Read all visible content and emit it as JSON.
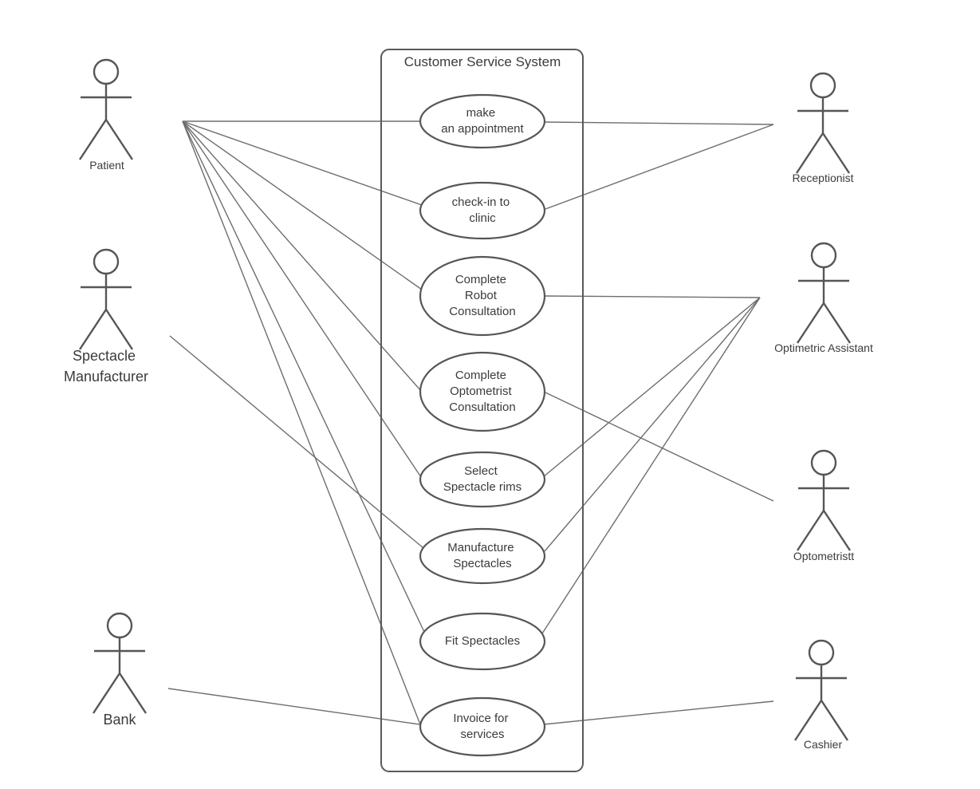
{
  "diagram": {
    "type": "uml-use-case-diagram",
    "system_label": "Customer Service System"
  },
  "actors": {
    "patient": {
      "label": "Patient",
      "side": "left"
    },
    "spectacle_manufacturer": {
      "label_line1": "Spectacle",
      "label_line2": "Manufacturer",
      "side": "left"
    },
    "bank": {
      "label": "Bank",
      "side": "left"
    },
    "receptionist": {
      "label": "Receptionist",
      "side": "right"
    },
    "optimetric_assistant": {
      "label": "Optimetric Assistant",
      "side": "right"
    },
    "optometrist": {
      "label": "Optometristt",
      "side": "right"
    },
    "cashier": {
      "label": "Cashier",
      "side": "right"
    }
  },
  "use_cases": {
    "make_appointment": {
      "line1": "make",
      "line2": "an appointment"
    },
    "check_in": {
      "line1": "check-in to",
      "line2": "clinic"
    },
    "robot_consultation": {
      "line1": "Complete",
      "line2": "Robot",
      "line3": "Consultation"
    },
    "optometrist_consultation": {
      "line1": "Complete",
      "line2": "Optometrist",
      "line3": "Consultation"
    },
    "select_rims": {
      "line1": "Select",
      "line2": "Spectacle rims"
    },
    "manufacture_spectacles": {
      "line1": "Manufacture",
      "line2": "Spectacles"
    },
    "fit_spectacles": {
      "line1": "Fit Spectacles"
    },
    "invoice_services": {
      "line1": "Invoice for",
      "line2": "services"
    }
  },
  "connections": [
    {
      "actor": "Patient",
      "use_case": "make an appointment"
    },
    {
      "actor": "Patient",
      "use_case": "check-in to clinic"
    },
    {
      "actor": "Patient",
      "use_case": "Complete Robot Consultation"
    },
    {
      "actor": "Patient",
      "use_case": "Complete Optometrist Consultation"
    },
    {
      "actor": "Patient",
      "use_case": "Select Spectacle rims"
    },
    {
      "actor": "Patient",
      "use_case": "Fit Spectacles"
    },
    {
      "actor": "Patient",
      "use_case": "Invoice for services"
    },
    {
      "actor": "Spectacle Manufacturer",
      "use_case": "Manufacture Spectacles"
    },
    {
      "actor": "Bank",
      "use_case": "Invoice for services"
    },
    {
      "actor": "Receptionist",
      "use_case": "make an appointment"
    },
    {
      "actor": "Receptionist",
      "use_case": "check-in to clinic"
    },
    {
      "actor": "Optimetric Assistant",
      "use_case": "Complete Robot Consultation"
    },
    {
      "actor": "Optimetric Assistant",
      "use_case": "Select Spectacle rims"
    },
    {
      "actor": "Optimetric Assistant",
      "use_case": "Manufacture Spectacles"
    },
    {
      "actor": "Optimetric Assistant",
      "use_case": "Fit Spectacles"
    },
    {
      "actor": "Optometristt",
      "use_case": "Complete Optometrist Consultation"
    },
    {
      "actor": "Cashier",
      "use_case": "Invoice for services"
    }
  ],
  "colors": {
    "background": "#ffffff",
    "shape_stroke": "#565656",
    "connector_stroke": "#6e6e6e",
    "text": "#3b3b3b"
  }
}
